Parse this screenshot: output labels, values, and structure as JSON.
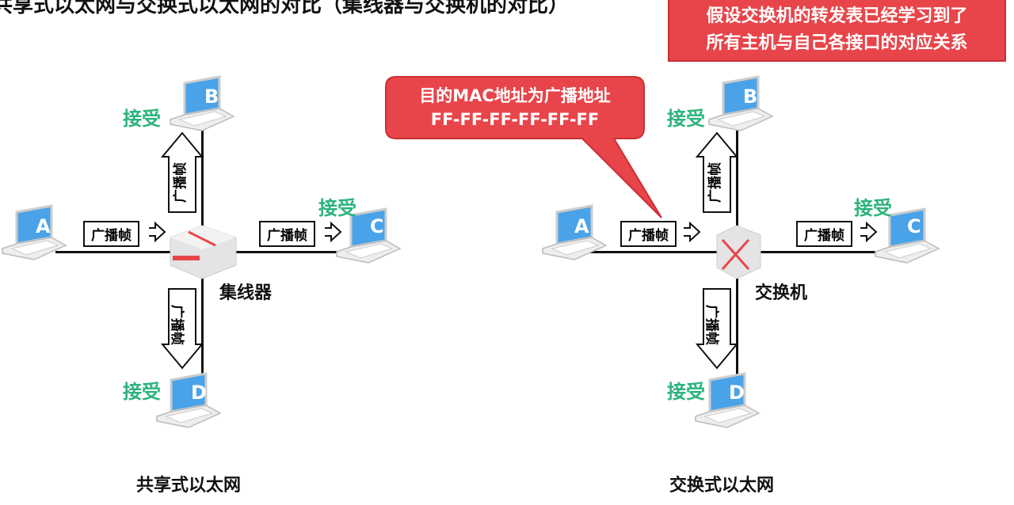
{
  "title": "共享式以太网与交换式以太网的对比（集线器与交换机的对比）",
  "note": {
    "line1": "假设交换机的转发表已经学习到了",
    "line2": "所有主机与自己各接口的对应关系"
  },
  "callout": {
    "line1": "目的MAC地址为广播地址",
    "line2": "FF-FF-FF-FF-FF-FF"
  },
  "frame_label": "广播帧",
  "accept_label": "接受",
  "hosts": [
    "A",
    "B",
    "C",
    "D"
  ],
  "left": {
    "device": "集线器",
    "caption": "共享式以太网"
  },
  "right": {
    "device": "交换机",
    "caption": "交换式以太网"
  },
  "colors": {
    "red": "#e8454a",
    "green": "#2db37d",
    "screen": "#4aa3e8"
  }
}
